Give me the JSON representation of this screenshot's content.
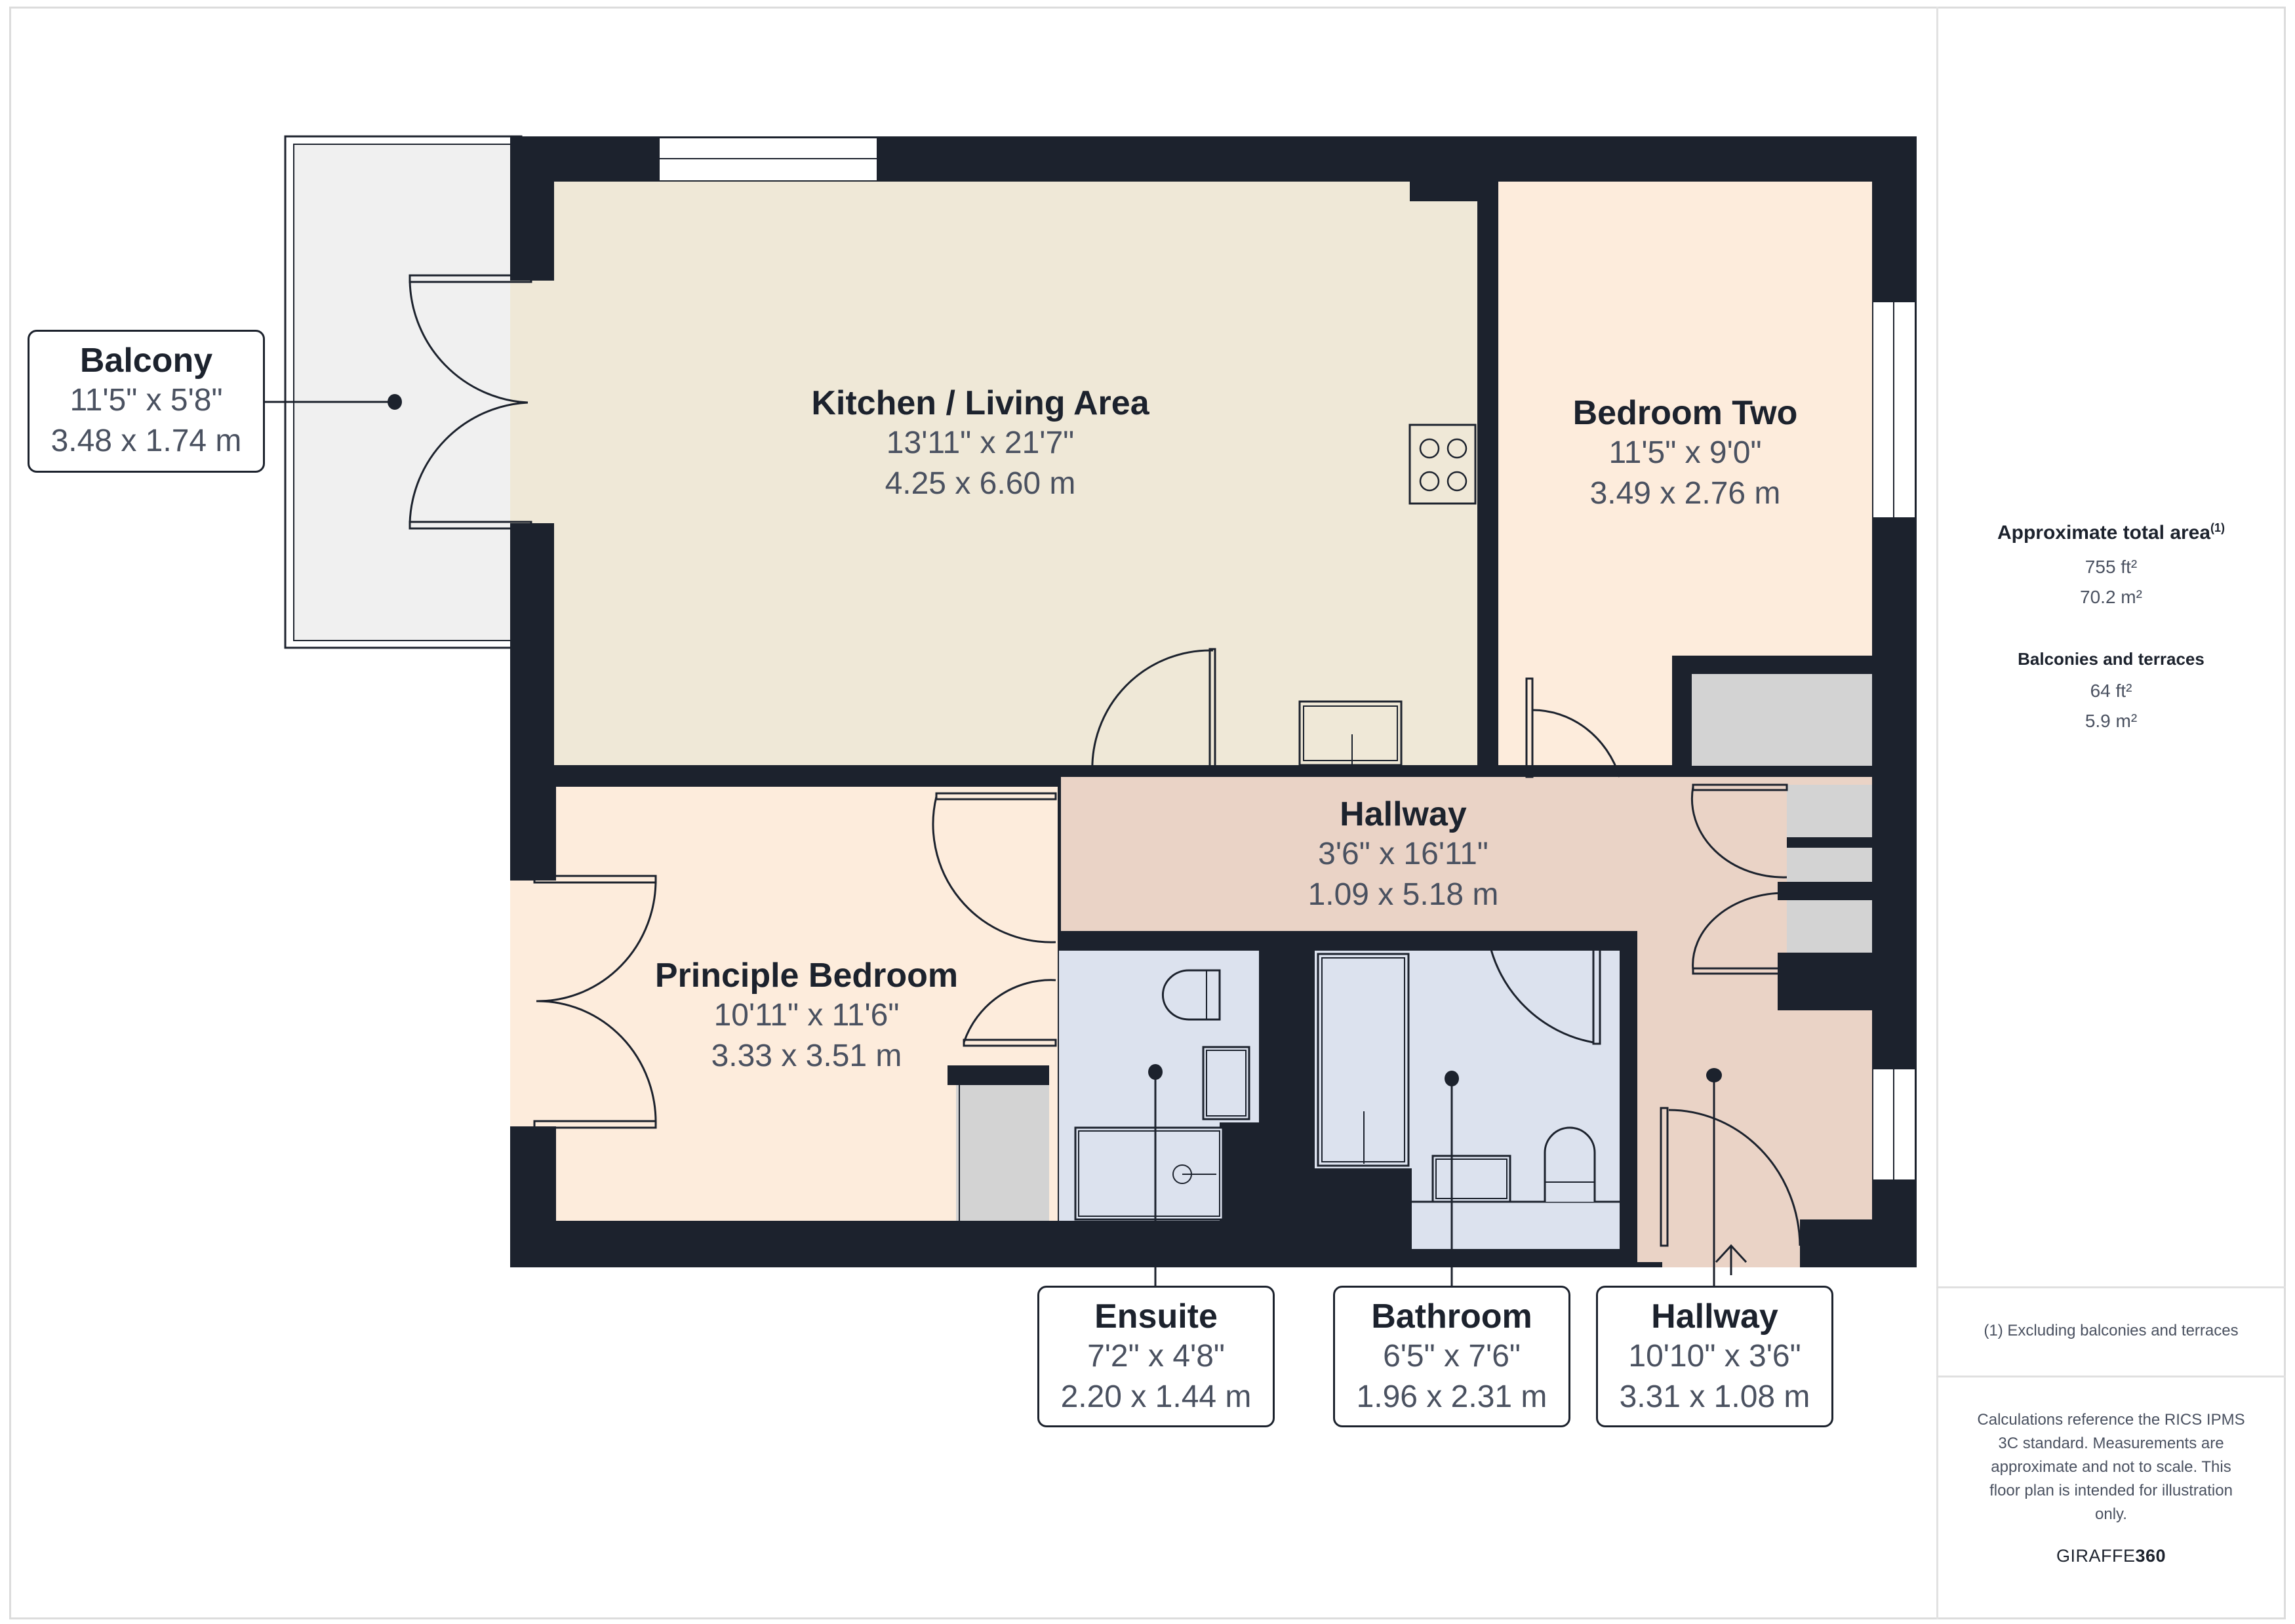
{
  "floorplan": {
    "colors": {
      "wall": "#1c222d",
      "kitchen_living": "#efe8d7",
      "bedroom": "#fdecdc",
      "hallway": "#ead3c6",
      "wet_room": "#dce2ee",
      "storage": "#d3d3d3",
      "balcony": "#f0f0f0",
      "window": "#ffffff"
    },
    "rooms": [
      {
        "id": "kitchen",
        "name": "Kitchen / Living Area",
        "dim_imperial": "13'11\" x 21'7\"",
        "dim_metric": "4.25 x 6.60 m"
      },
      {
        "id": "bedroom2",
        "name": "Bedroom Two",
        "dim_imperial": "11'5\" x 9'0\"",
        "dim_metric": "3.49 x 2.76 m"
      },
      {
        "id": "hallway1",
        "name": "Hallway",
        "dim_imperial": "3'6\" x 16'11\"",
        "dim_metric": "1.09 x 5.18 m"
      },
      {
        "id": "principle",
        "name": "Principle Bedroom",
        "dim_imperial": "10'11\" x 11'6\"",
        "dim_metric": "3.33 x 3.51 m"
      }
    ],
    "callouts": [
      {
        "id": "balcony",
        "name": "Balcony",
        "dim_imperial": "11'5\" x 5'8\"",
        "dim_metric": "3.48 x 1.74 m"
      },
      {
        "id": "ensuite",
        "name": "Ensuite",
        "dim_imperial": "7'2\" x 4'8\"",
        "dim_metric": "2.20 x 1.44 m"
      },
      {
        "id": "bathroom",
        "name": "Bathroom",
        "dim_imperial": "6'5\" x 7'6\"",
        "dim_metric": "1.96 x 2.31 m"
      },
      {
        "id": "hallway2",
        "name": "Hallway",
        "dim_imperial": "10'10\" x 3'6\"",
        "dim_metric": "3.31 x 1.08 m"
      }
    ]
  },
  "sidebar": {
    "total_area_title": "Approximate total area",
    "total_area_footnote_mark": "(1)",
    "total_area_ft": "755 ft²",
    "total_area_m": "70.2 m²",
    "balconies_title": "Balconies and terraces",
    "balconies_ft": "64 ft²",
    "balconies_m": "5.9 m²",
    "footnote": "(1) Excluding balconies and terraces",
    "disclaimer": "Calculations reference the RICS IPMS 3C standard. Measurements are approximate and not to scale. This floor plan is intended for illustration only.",
    "brand_light": "GIRAFFE",
    "brand_bold": "360"
  }
}
